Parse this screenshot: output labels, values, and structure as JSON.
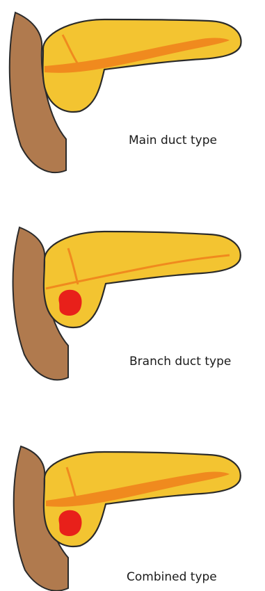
{
  "colors": {
    "duodenum": "#b07a4e",
    "pancreas": "#f3c431",
    "duct": "#f08a1e",
    "cyst": "#e8201a",
    "outline": "#2a2a2a"
  },
  "panels": [
    {
      "label": "Main duct type"
    },
    {
      "label": "Branch duct type"
    },
    {
      "label": "Combined type"
    }
  ]
}
